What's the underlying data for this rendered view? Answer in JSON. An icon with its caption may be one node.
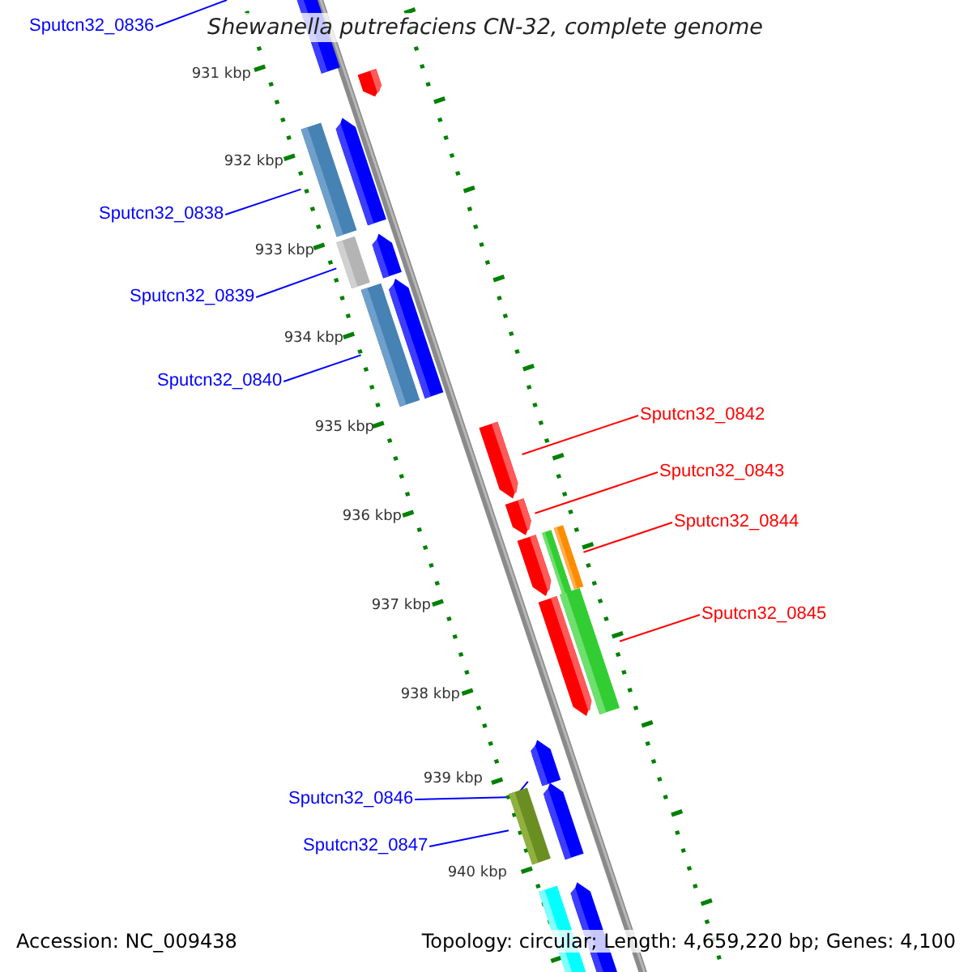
{
  "diagram": {
    "title": "Shewanella putrefaciens CN-32, complete genome",
    "nodes": [
      {
        "text": [
          "Sputcn32_0836"
        ]
      },
      {
        "text": [
          "Sputcn32_0838"
        ]
      },
      {
        "text": [
          "Sputcn32_0839"
        ]
      },
      {
        "text": [
          "Sputcn32_0840"
        ]
      },
      {
        "text": [
          "Sputcn32_0842"
        ]
      },
      {
        "text": [
          "Sputcn32_0843"
        ]
      },
      {
        "text": [
          "Sputcn32_0844"
        ]
      },
      {
        "text": [
          "Sputcn32_0845"
        ]
      },
      {
        "text": [
          "Sputcn32_0846"
        ]
      },
      {
        "text": [
          "Sputcn32_0847"
        ]
      },
      {
        "text": [],
        "shape": "bar"
      },
      {
        "text": [],
        "shape": "bar"
      },
      {
        "text": [],
        "shape": "bar"
      },
      {
        "text": [],
        "shape": "bar"
      },
      {
        "text": [],
        "shape": "bar"
      },
      {
        "text": [],
        "shape": "bar"
      },
      {
        "text": [],
        "shape": "bar"
      },
      {
        "text": [],
        "shape": "bar"
      },
      {
        "text": [],
        "shape": "bar"
      },
      {
        "text": [],
        "shape": "bar"
      },
      {
        "text": [],
        "shape": "bar"
      },
      {
        "text": [],
        "shape": "bar"
      },
      {
        "text": [],
        "shape": "bar"
      },
      {
        "text": [],
        "shape": "bar"
      },
      {
        "text": [],
        "shape": "bar"
      },
      {
        "text": [],
        "shape": "bar"
      },
      {
        "text": [],
        "shape": "bar"
      },
      {
        "text": [],
        "shape": "bar"
      },
      {
        "text": [],
        "shape": "bar"
      },
      {
        "text": [],
        "shape": "bar"
      }
    ],
    "edges": [
      {
        "from": 0,
        "to": null,
        "arrow": "none"
      },
      {
        "from": 1,
        "to": 13,
        "arrow": "none"
      },
      {
        "from": 2,
        "to": 15,
        "arrow": "none"
      },
      {
        "from": 3,
        "to": 17,
        "arrow": "none"
      },
      {
        "from": 4,
        "to": 18,
        "arrow": "none",
        "color": "#ff0000"
      },
      {
        "from": 5,
        "to": 19,
        "arrow": "none",
        "color": "#ff0000"
      },
      {
        "from": 6,
        "to": 20,
        "arrow": "none",
        "color": "#ff0000"
      },
      {
        "from": 7,
        "to": 23,
        "arrow": "none",
        "color": "#ff0000"
      },
      {
        "from": 8,
        "to": 25,
        "arrow": "none"
      },
      {
        "from": 9,
        "to": 27,
        "arrow": "none"
      }
    ],
    "labels": [
      "931 kbp",
      "932 kbp",
      "933 kbp",
      "934 kbp",
      "935 kbp",
      "936 kbp",
      "937 kbp",
      "938 kbp",
      "939 kbp",
      "940 kbp",
      "Accession: NC_009438",
      "Topology: circular; Length: 4,659,220 bp; Genes: 4,100"
    ]
  }
}
